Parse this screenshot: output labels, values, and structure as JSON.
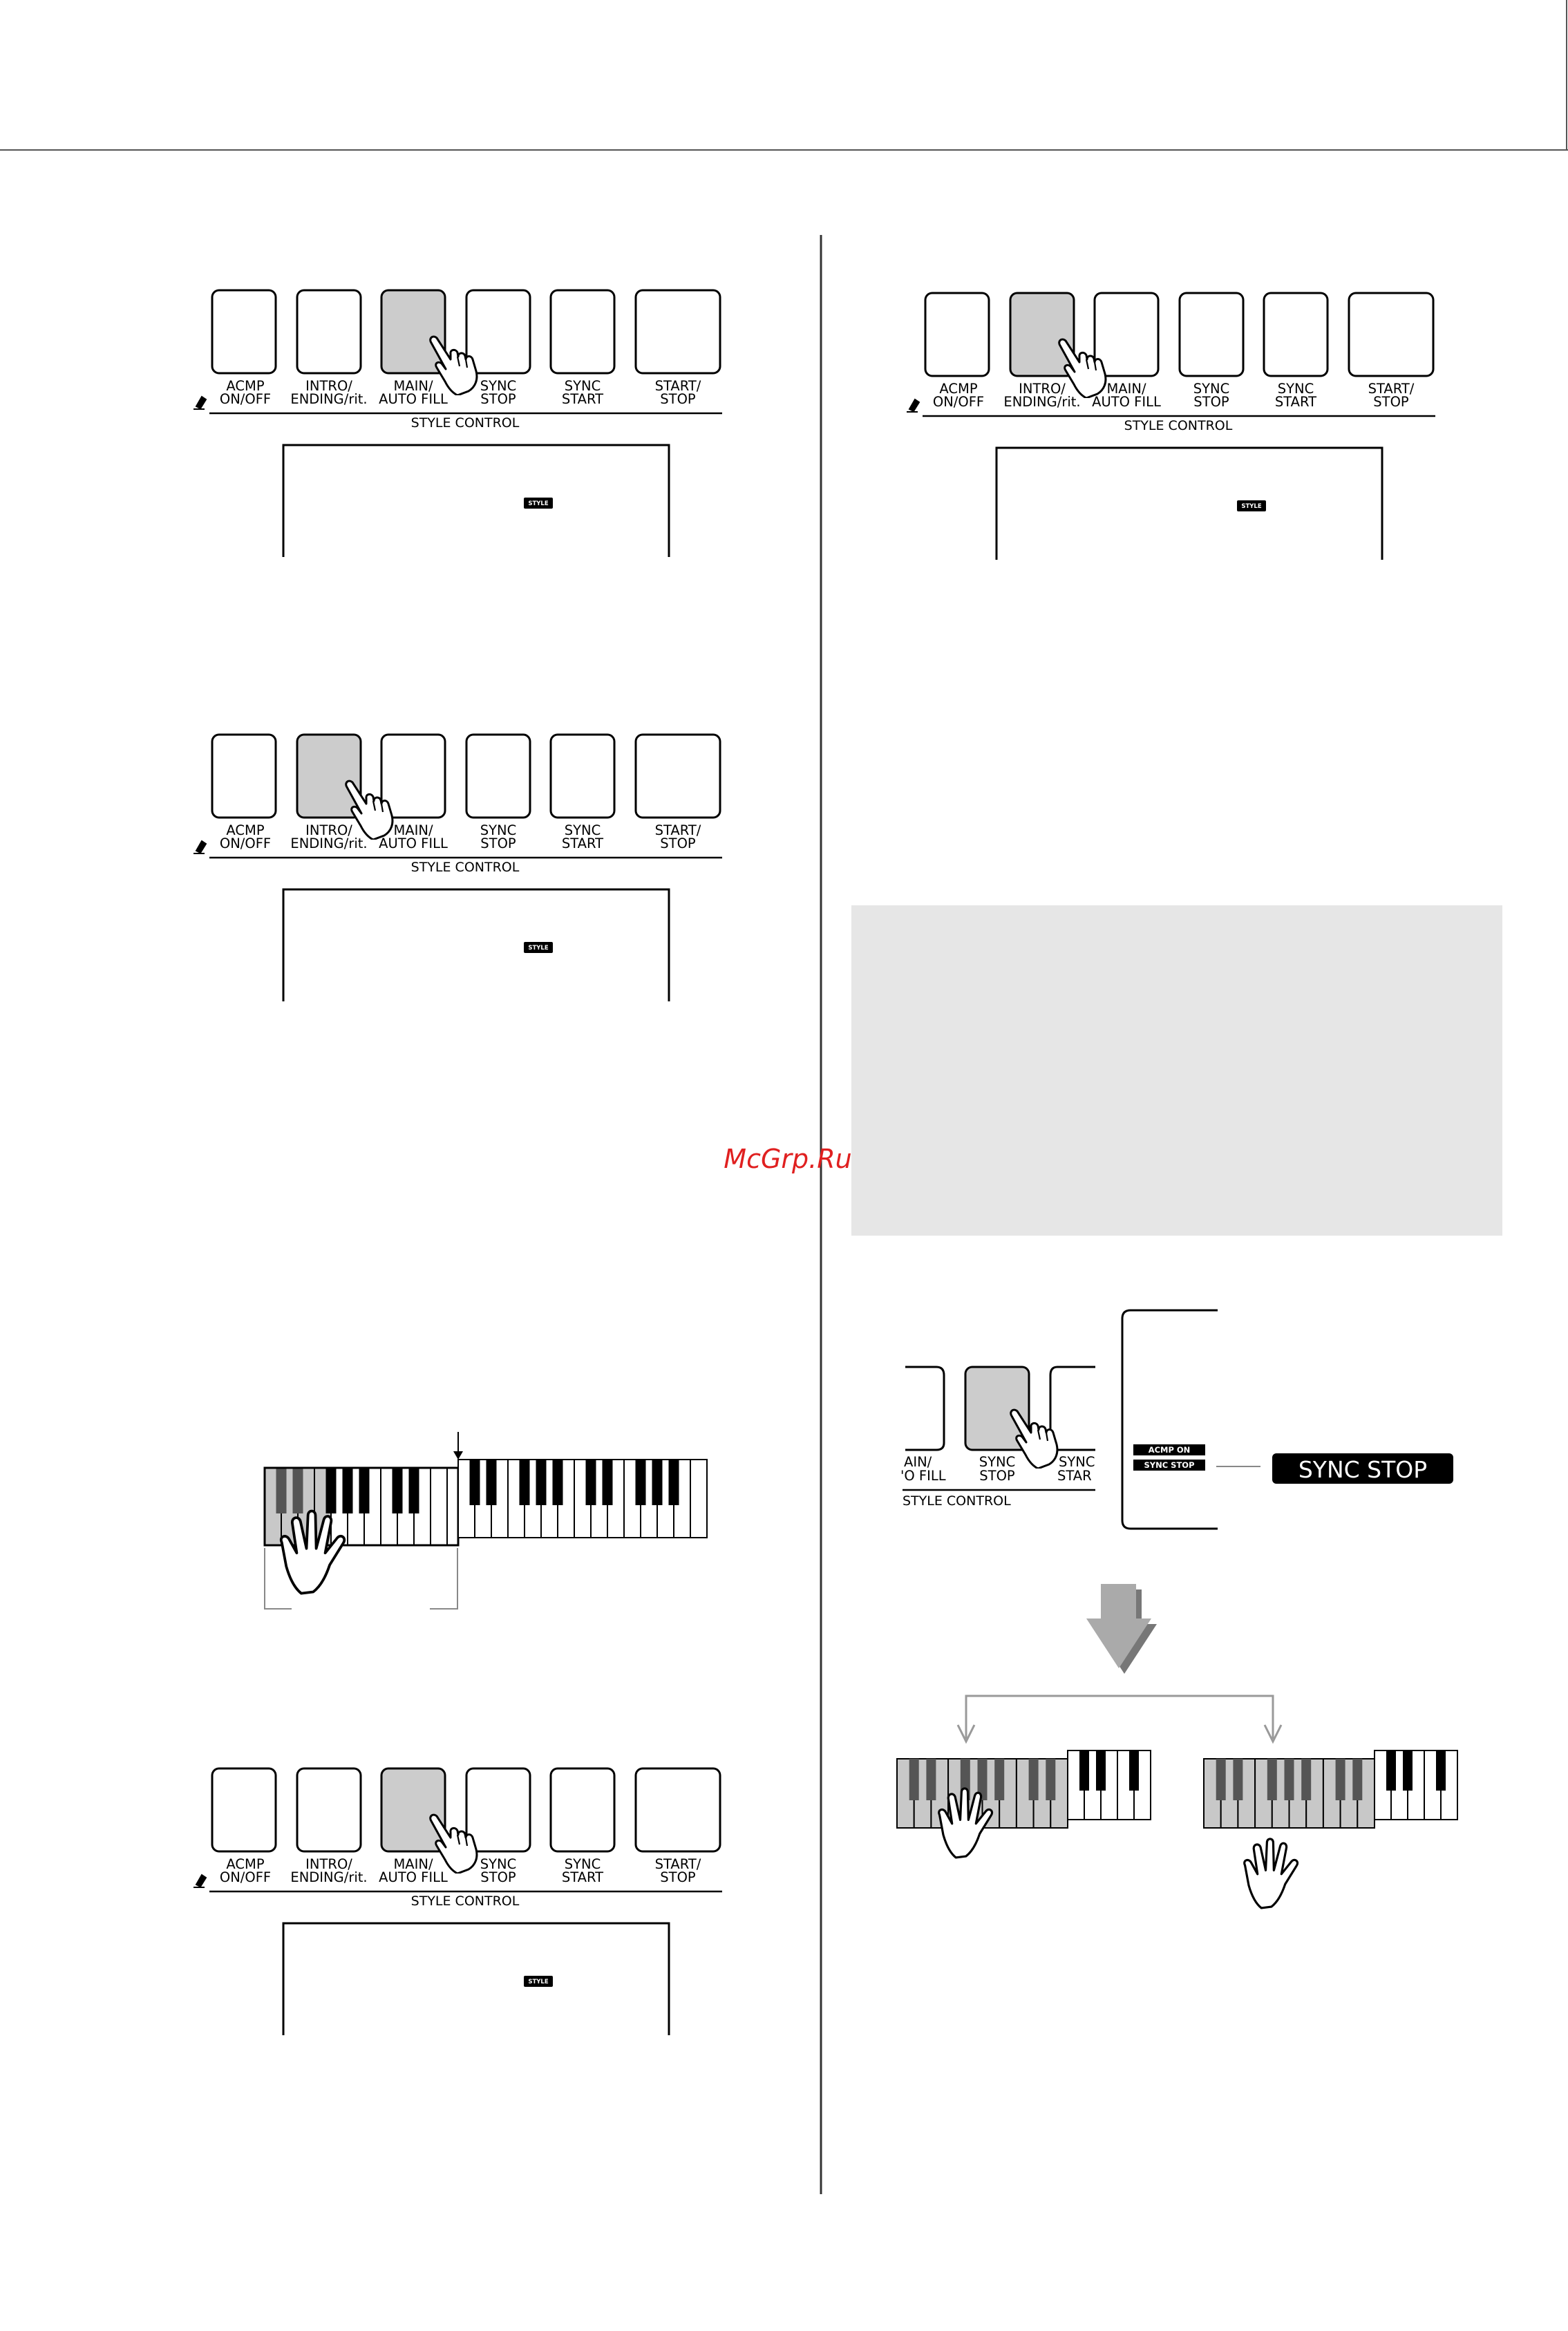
{
  "watermark": "McGrp.Ru",
  "style_panel": {
    "buttons": [
      {
        "key": "acmp",
        "lines": [
          "ACMP",
          "ON/OFF"
        ]
      },
      {
        "key": "intro",
        "lines": [
          "INTRO/",
          "ENDING/rit."
        ]
      },
      {
        "key": "main",
        "lines": [
          "MAIN/",
          "AUTO FILL"
        ]
      },
      {
        "key": "syncstop",
        "lines": [
          "SYNC",
          "STOP"
        ]
      },
      {
        "key": "syncstart",
        "lines": [
          "SYNC",
          "START"
        ]
      },
      {
        "key": "startstop",
        "lines": [
          "START/",
          "STOP"
        ]
      }
    ],
    "group_label": "STYLE CONTROL",
    "display_indicator": "STYLE"
  },
  "panels": [
    {
      "id": "panel-main-1",
      "pressed": "main"
    },
    {
      "id": "panel-intro-1",
      "pressed": "intro"
    },
    {
      "id": "panel-main-2",
      "pressed": "main"
    },
    {
      "id": "panel-intro-2",
      "pressed": "intro"
    }
  ],
  "sync_stop_figure": {
    "partial_labels": {
      "left": [
        "AIN/",
        "'O FILL"
      ],
      "center": [
        "SYNC",
        "STOP"
      ],
      "right": [
        "SYNC",
        "STAR"
      ]
    },
    "group_label": "STYLE CONTROL",
    "lcd_tags": [
      "ACMP ON",
      "SYNC STOP"
    ],
    "callout": "SYNC STOP"
  }
}
